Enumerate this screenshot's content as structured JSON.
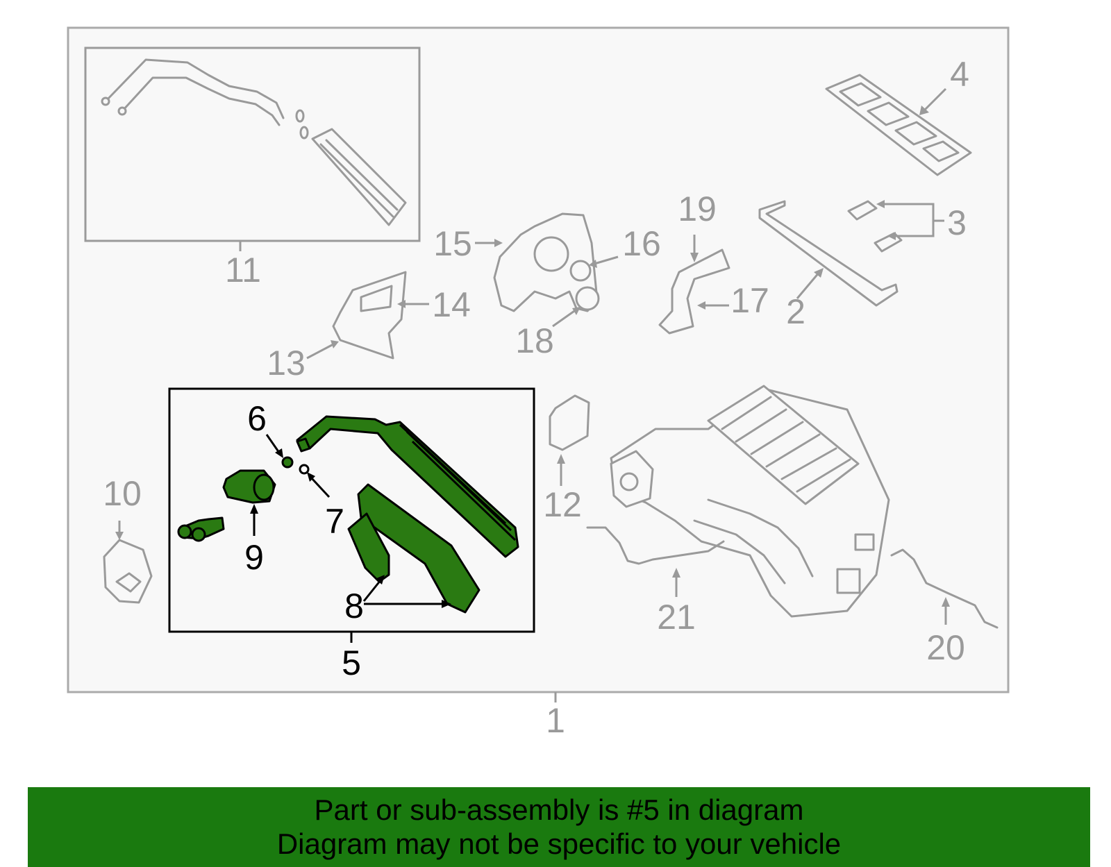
{
  "colors": {
    "banner_bg": "#1a7a0f",
    "highlight_part": "#2a7a12",
    "part_outline": "#9a9a9a",
    "background_panel": "#f8f8f8"
  },
  "callouts": {
    "n1": "1",
    "n2": "2",
    "n3": "3",
    "n4": "4",
    "n5": "5",
    "n6": "6",
    "n7": "7",
    "n8": "8",
    "n9": "9",
    "n10": "10",
    "n11": "11",
    "n12": "12",
    "n13": "13",
    "n14": "14",
    "n15": "15",
    "n16": "16",
    "n17": "17",
    "n18": "18",
    "n19": "19",
    "n20": "20",
    "n21": "21"
  },
  "highlighted_callout": "5",
  "banner": {
    "line1": "Part or sub-assembly is #5 in diagram",
    "line2": "Diagram may not be specific to your vehicle"
  }
}
